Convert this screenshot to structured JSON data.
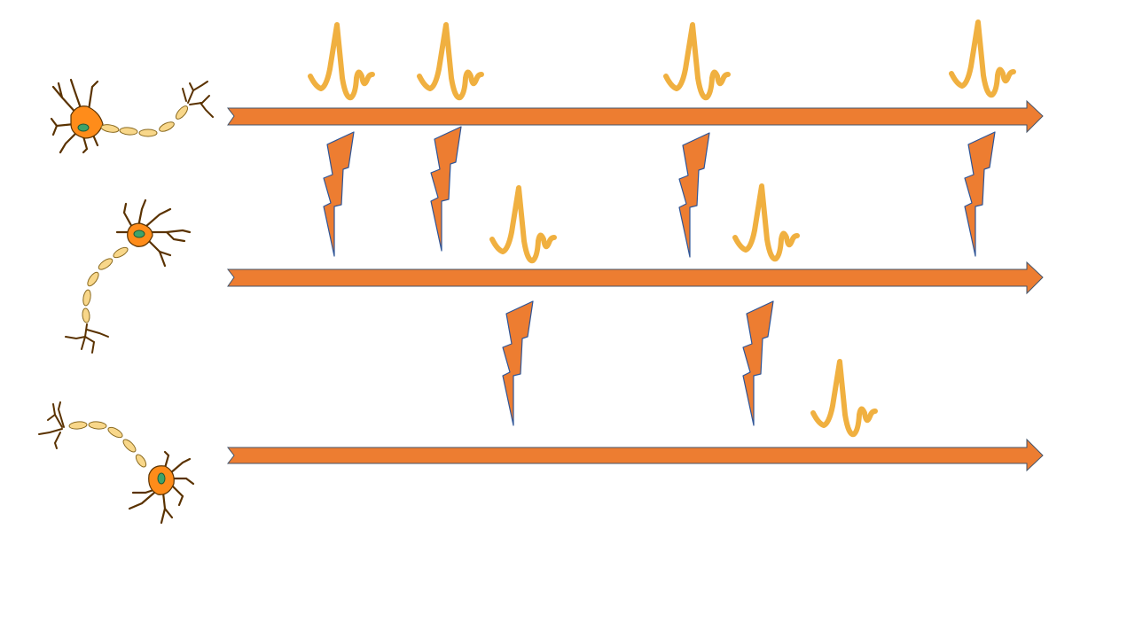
{
  "colors": {
    "background": "#ffffff",
    "arrow_fill": "#ed7d31",
    "arrow_stroke": "#44546a",
    "bolt_fill": "#ed7d31",
    "bolt_stroke": "#2f5597",
    "spike": "#f4b183",
    "spike_dark": "#f0a830",
    "neuron_body": "#ff8c1a",
    "neuron_outline": "#5a3200",
    "myelin": "#f8d78a",
    "nucleus": "#3fa36a"
  },
  "diagram": {
    "description_icons": [
      "neuron-icon",
      "action-potential-spike-icon",
      "lightning-bolt-icon",
      "timeline-arrow-icon"
    ],
    "rows": [
      {
        "neuron": "neuron-1",
        "spike_count": 4,
        "bolt_count": 4
      },
      {
        "neuron": "neuron-2",
        "spike_count": 2,
        "bolt_count": 2
      },
      {
        "neuron": "neuron-3",
        "spike_count": 1,
        "bolt_count": 0
      }
    ]
  }
}
